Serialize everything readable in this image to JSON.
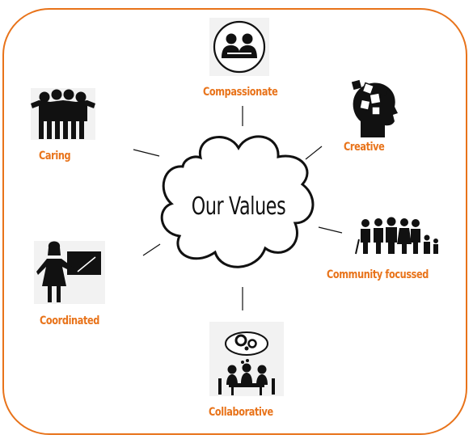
{
  "center_title": "Our Values",
  "values": {
    "compassionate": "Compassionate",
    "creative": "Creative",
    "community": "Community focussed",
    "collaborative": "Collaborative",
    "coordinated": "Coordinated",
    "caring": "Caring"
  },
  "colors": {
    "accent": "#e8731a",
    "icon": "#111111"
  },
  "icons": {
    "compassionate": "hugging-people-icon",
    "creative": "puzzle-head-icon",
    "community": "family-group-icon",
    "collaborative": "team-meeting-icon",
    "coordinated": "teacher-board-icon",
    "caring": "group-embrace-icon"
  }
}
